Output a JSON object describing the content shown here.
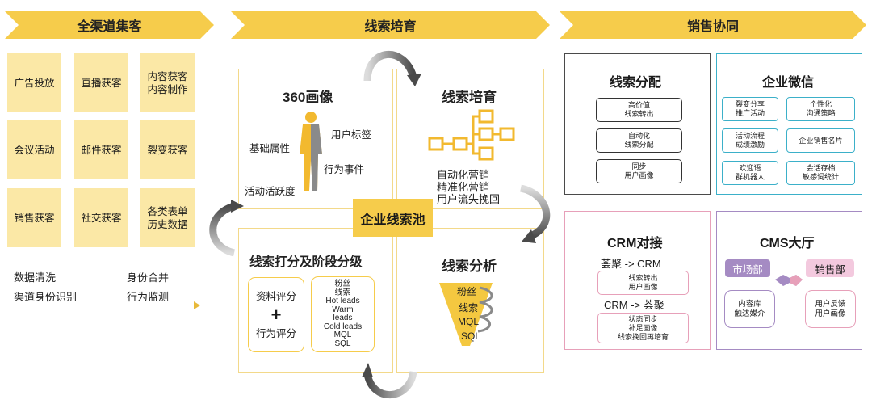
{
  "headers": {
    "acquisition": "全渠道集客",
    "nurture": "线索培育",
    "sales": "销售协同"
  },
  "channels": [
    "广告投放",
    "直播获客",
    "内容获客\n内容制作",
    "会议活动",
    "邮件获客",
    "裂变获客",
    "销售获客",
    "社交获客",
    "各类表单\n历史数据"
  ],
  "data_ops": {
    "a": "数据清洗",
    "b": "身份合并",
    "c": "渠道身份识别",
    "d": "行为监测"
  },
  "center": {
    "pool": "企业线索池",
    "profile": {
      "title": "360画像",
      "labels": {
        "basic": "基础属性",
        "tags": "用户标签",
        "behavior": "行为事件",
        "activity": "活动活跃度"
      }
    },
    "nurture": {
      "title": "线索培育",
      "lines": [
        "自动化营销",
        "精准化营销",
        "用户流失挽回"
      ]
    },
    "scoring": {
      "title": "线索打分及阶段分级",
      "profile_score": "资料评分",
      "plus": "+",
      "behavior_score": "行为评分",
      "stages": [
        "粉丝",
        "线索",
        "Hot leads",
        "Warm",
        "leads",
        "Cold leads",
        "MQL",
        "SQL"
      ]
    },
    "analysis": {
      "title": "线索分析",
      "funnel": [
        "粉丝",
        "线索",
        "MQL",
        "SQL"
      ]
    }
  },
  "sales": {
    "allocation": {
      "title": "线索分配",
      "boxes": [
        "高价值\n线索转出",
        "自动化\n线索分配",
        "同步\n用户画像"
      ]
    },
    "wecom": {
      "title": "企业微信",
      "boxes": [
        "裂变分享\n推广活动",
        "个性化\n沟通策略",
        "活动流程\n成绩激励",
        "企业销售名片",
        "欢迎语\n群机器人",
        "会话存档\n敏感词统计"
      ]
    },
    "crm": {
      "title": "CRM对接",
      "line1": "荟聚 -> CRM",
      "box1": "线索转出\n用户画像",
      "line2": "CRM -> 荟聚",
      "box2": "状态同步\n补足画像\n线索挽回再培育"
    },
    "cms": {
      "title": "CMS大厅",
      "tag_market": "市场部",
      "tag_sales": "销售部",
      "box_left": "内容库\n触达媒介",
      "box_right": "用户反馈\n用户画像"
    }
  },
  "colors": {
    "accent": "#f6cc4b",
    "tile": "#fbe8a6",
    "wecom_border": "#3bb0c9",
    "pink_border": "#e7a0b9",
    "purple": "#a58bc3",
    "pink_fill": "#f3c9de"
  }
}
